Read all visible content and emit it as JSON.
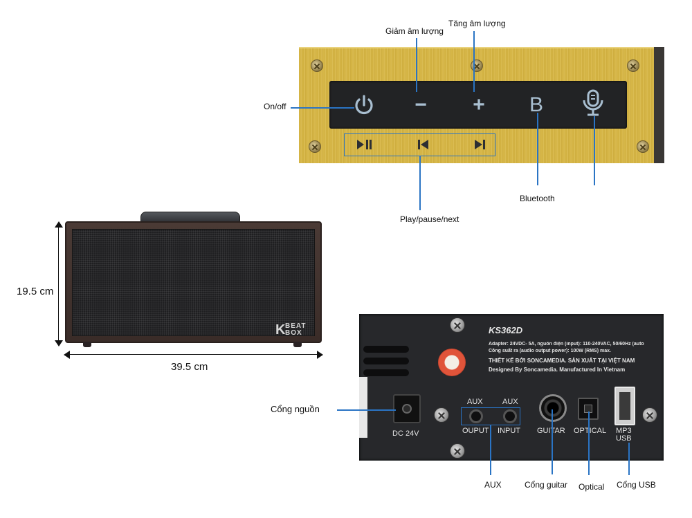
{
  "control_panel": {
    "labels": {
      "volume_down": "Giảm âm lượng",
      "volume_up": "Tăng âm lượng",
      "power": "On/off",
      "bluetooth": "Bluetooth",
      "play_pause_next": "Play/pause/next"
    },
    "keys": {
      "power_icon": "power-icon",
      "minus": "−",
      "plus": "+",
      "bluetooth_key": "B",
      "mic_icon": "microphone-icon",
      "play_pause": "▶ǀǀ",
      "prev": "ǀ◀",
      "next": "▶ǀ"
    },
    "colors": {
      "gold": "#d8b94a",
      "panel": "#222325",
      "key": "#a9bfd1",
      "callout": "#2a74c4"
    }
  },
  "speaker": {
    "height": "19.5 cm",
    "width": "39.5 cm",
    "logo_k": "K",
    "logo_top": "BEAT",
    "logo_bottom": "BOX"
  },
  "rear_panel": {
    "model": "KS362D",
    "spec_line1": "Adapter: 24VDC- 5A, nguồn điện (input): 110-240VAC, 50/60Hz (auto",
    "spec_line2": "Công suất ra (audio output power): 100W (RMS) max.",
    "made_line1": "THIẾT KẾ BỞI SONCAMEDIA. SẢN XUẤT TẠI VIỆT NAM",
    "made_line2": "Designed By Soncamedia. Manufactured In Vietnam",
    "ports": {
      "dc": "DC 24V",
      "aux_top_left": "AUX",
      "aux_top_right": "AUX",
      "output": "OUPUT",
      "input": "INPUT",
      "guitar": "GUITAR",
      "optical": "OPTICAL",
      "mp3": "MP3",
      "usb": "USB"
    },
    "callouts": {
      "power_port": "Cổng nguồn",
      "aux": "AUX",
      "guitar": "Cổng guitar",
      "optical": "Optical",
      "usb": "Cổng USB"
    }
  }
}
